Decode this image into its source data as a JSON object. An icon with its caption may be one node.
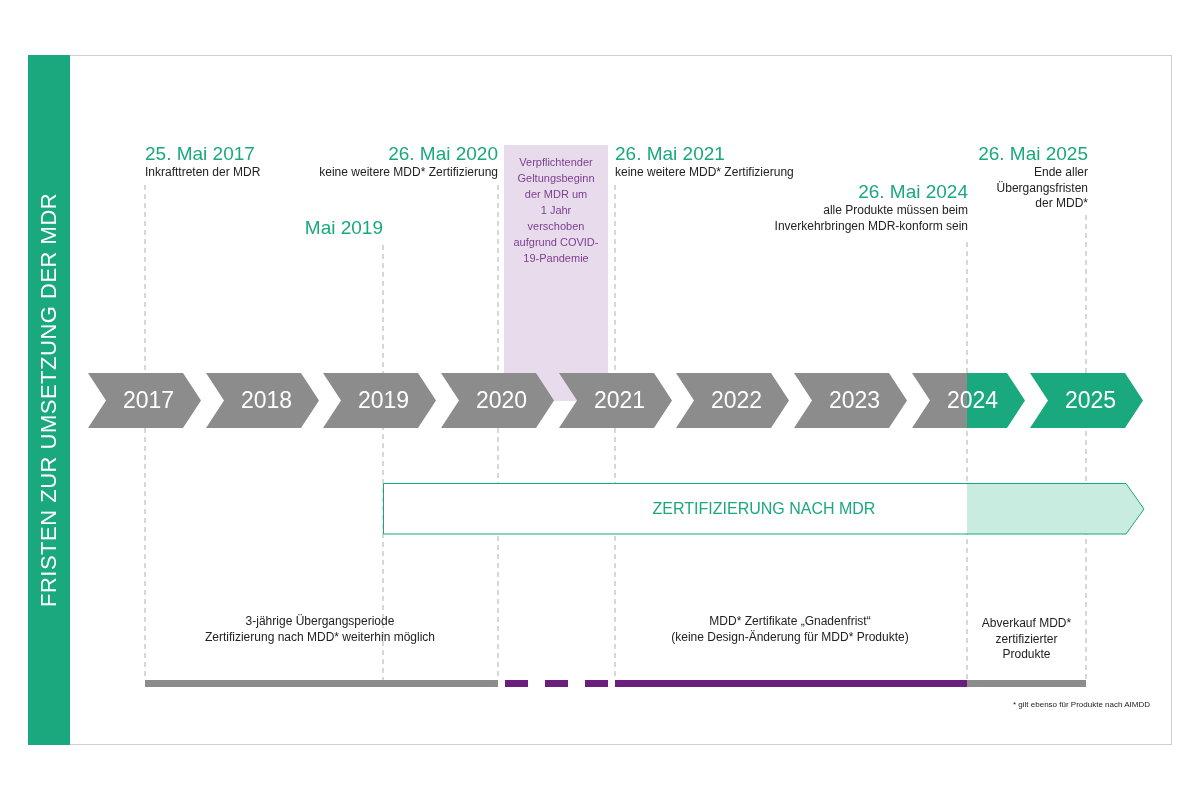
{
  "diagram": {
    "title": "FRISTEN ZUR UMSETZUNG DER MDR",
    "nodes": [
      {
        "text": [
          "2017"
        ]
      },
      {
        "text": [
          "2018"
        ]
      },
      {
        "text": [
          "2019"
        ]
      },
      {
        "text": [
          "2020"
        ]
      },
      {
        "text": [
          "2021"
        ]
      },
      {
        "text": [
          "2022"
        ]
      },
      {
        "text": [
          "2023"
        ]
      },
      {
        "text": [
          "2024"
        ]
      },
      {
        "text": [
          "2025"
        ]
      },
      {
        "text": [
          "Verpflichtender Geltungsbeginn der MDR um 1 Jahr verschoben aufgrund COVID-19-Pandemie"
        ]
      },
      {
        "text": [
          "ZERTIFIZIERUNG NACH MDR"
        ]
      }
    ],
    "labels": [
      "25. Mai 2017",
      "Inkrafttreten der MDR",
      "26. Mai 2020",
      "keine weitere MDD* Zertifizierung",
      "26. Mai 2021",
      "keine weitere MDD* Zertifizierung",
      "26. Mai 2025",
      "Ende aller Übergangsfristen der MDD*",
      "Mai 2019",
      "26. Mai 2024",
      "alle Produkte müssen beim Inverkehrbringen MDR-konform sein",
      "3-jährige Übergangsperiode Zertifizierung nach MDD* weiterhin möglich",
      "MDD* Zertifikate „Gnadenfrist“ (keine Design-Änderung für MDD* Produkte)",
      "Abverkauf MDD* zertifizierter Produkte",
      "* gilt ebenso für Produkte nach AIMDD"
    ]
  }
}
